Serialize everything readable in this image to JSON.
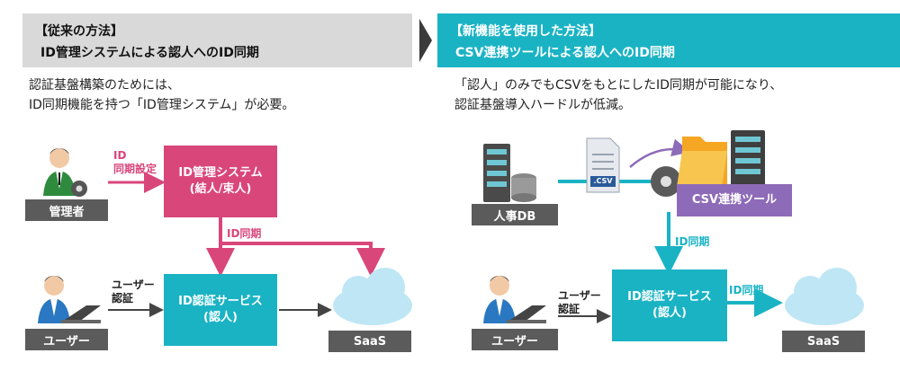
{
  "left": {
    "header": {
      "line1": "【従来の方法】",
      "line2": "ID管理システムによる認人へのID同期"
    },
    "description": {
      "line1": "認証基盤構築のためには、",
      "line2": "ID同期機能を持つ「ID管理システム」が必要。"
    },
    "nodes": {
      "admin_label": "管理者",
      "idm_line1": "ID管理システム",
      "idm_line2": "(結人/束人)",
      "auth_line1": "ID認証サービス",
      "auth_line2": "(認人)",
      "user_label": "ユーザー",
      "saas_label": "SaaS"
    },
    "edges": {
      "id_line1": "ID",
      "id_line2": "同期設定",
      "sync": "ID同期",
      "user_auth_line1": "ユーザー",
      "user_auth_line2": "認証"
    }
  },
  "right": {
    "header": {
      "line1": "【新機能を使用した方法】",
      "line2": "CSV連携ツールによる認人へのID同期"
    },
    "description": {
      "line1": "「認人」のみでもCSVをもとにしたID同期が可能になり、",
      "line2": "認証基盤導入ハードルが低減。"
    },
    "nodes": {
      "hrdb_label": "人事DB",
      "csv_file_label": ".CSV",
      "tool_label": "CSV連携ツール",
      "auth_line1": "ID認証サービス",
      "auth_line2": "(認人)",
      "user_label": "ユーザー",
      "saas_label": "SaaS"
    },
    "edges": {
      "sync_down": "ID同期",
      "sync_saas": "ID同期",
      "user_auth_line1": "ユーザー",
      "user_auth_line2": "認証"
    }
  },
  "colors": {
    "header_left_bg": "#d9d9d9",
    "header_right_bg": "#1ab3c4",
    "idm_box": "#d9467a",
    "auth_box": "#1ab3c4",
    "tool_box": "#8e6bb8",
    "label_bar": "#5b5b5b",
    "saas_cloud": "#bfe6f5"
  }
}
